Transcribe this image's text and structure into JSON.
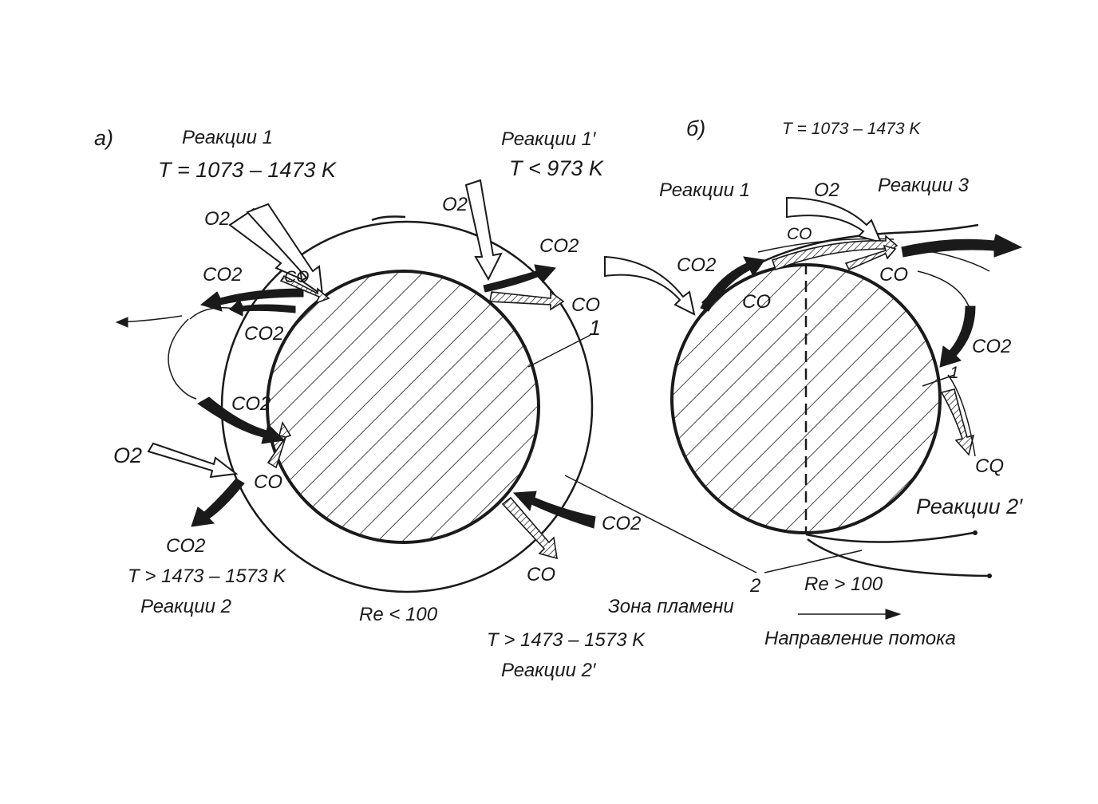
{
  "panel_a": {
    "tag": "а)",
    "reactions_1": "Реакции 1",
    "temp_1": "T = 1073 – 1473 K",
    "reactions_1prime": "Реакции 1′",
    "temp_1prime": "T < 973 K",
    "o2_top": "O2",
    "o2_left": "O2",
    "o2_right": "O2",
    "co_top_left": "CO",
    "co2_left_1": "CO2",
    "co2_left_2": "CO2",
    "co2_left_3": "CO2",
    "co_left": "CO",
    "co2_bottom_left": "CO2",
    "co2_top_right": "CO2",
    "co_top_right": "CO",
    "co2_bottom_right": "CO2",
    "co_bottom_right": "CO",
    "label_1": "1",
    "temp_2": "T > 1473 – 1573 K",
    "reactions_2": "Реакции  2",
    "re": "Re < 100",
    "temp_2prime": "T > 1473 – 1573 K",
    "reactions_2prime": "Реакции  2′"
  },
  "panel_b": {
    "tag": "б)",
    "temp": "T = 1073 – 1473 K",
    "reactions_1": "Реакции 1",
    "o2": "O2",
    "reactions_3": "Реакции  3",
    "co_top": "CO",
    "co2_left": "CO2",
    "co_left": "CO",
    "co_right_top": "CO",
    "co2_right": "CO2",
    "label_1": "1",
    "co_right": "CQ",
    "reactions_2prime": "Реакции 2′",
    "label_2": "2",
    "re": "Re > 100",
    "flame_zone": "Зона пламени",
    "flow_direction": "Направление  потока"
  }
}
